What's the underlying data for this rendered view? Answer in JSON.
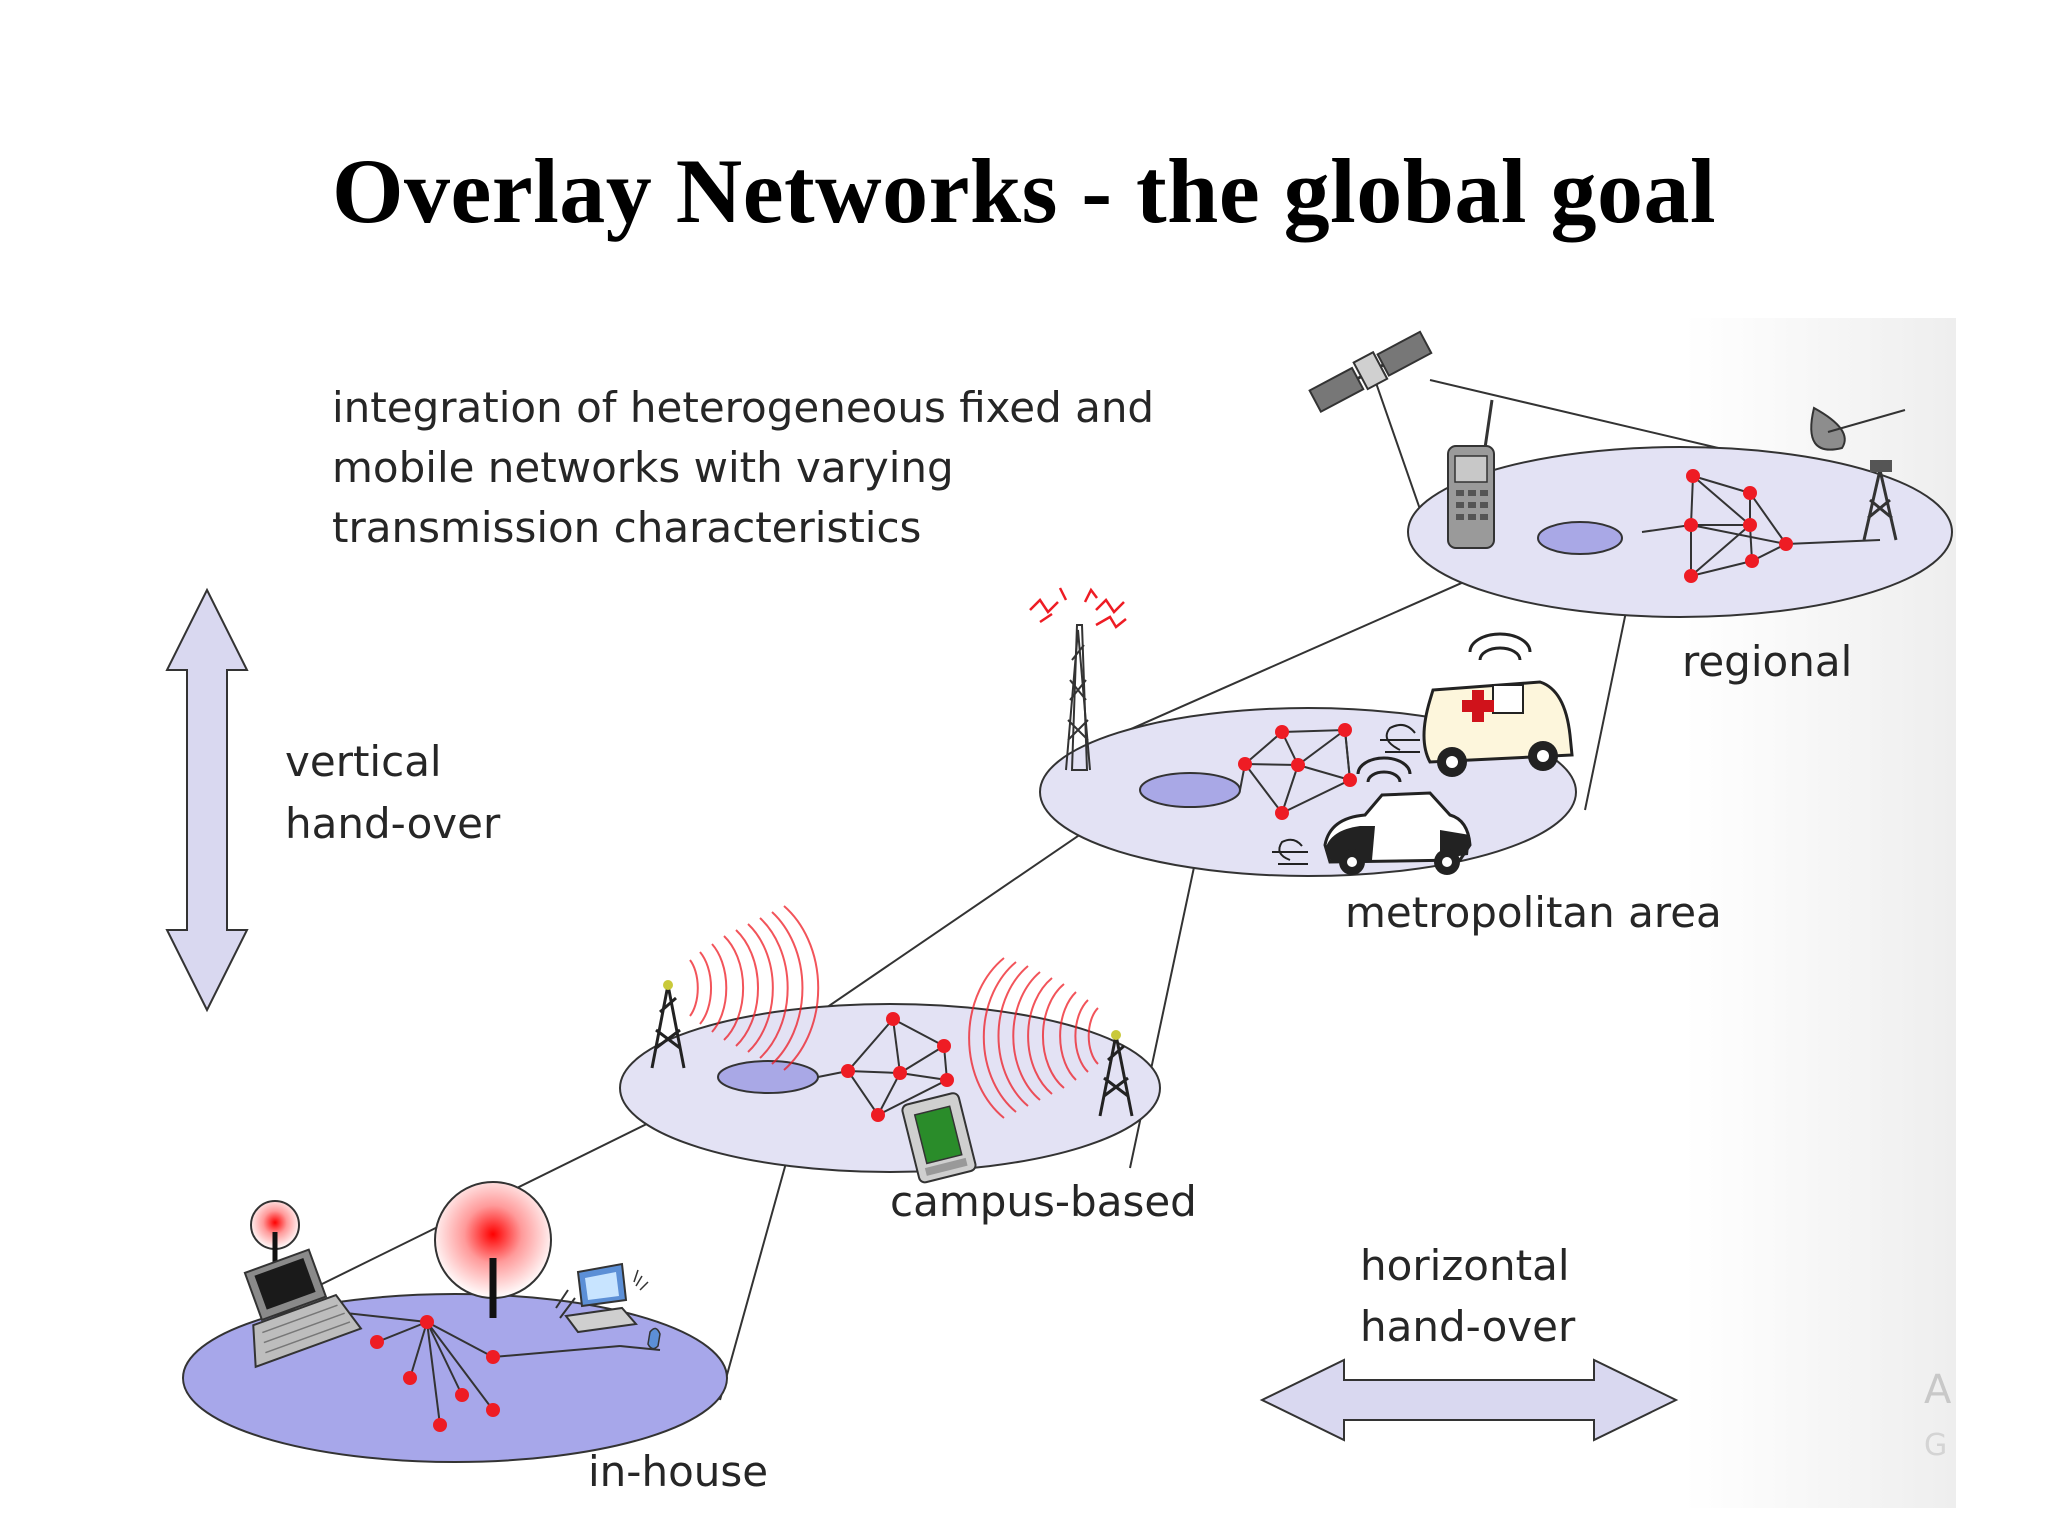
{
  "slide": {
    "title": "Overlay Networks - the global goal",
    "description_lines": [
      "integration of heterogeneous fixed and",
      "mobile networks with varying",
      "transmission characteristics"
    ],
    "vertical_label": [
      "vertical",
      "hand-over"
    ],
    "horizontal_label": [
      "horizontal",
      "hand-over"
    ],
    "levels": {
      "regional": "regional",
      "metropolitan": "metropolitan area",
      "campus": "campus-based",
      "inhouse": "in-house"
    },
    "watermark": [
      "A",
      "G"
    ]
  },
  "colors": {
    "disc_fill": "#e3e2f4",
    "disc_inhouse": "#a7a7ea",
    "inner_ellipse": "#a9a8e6",
    "node": "#ee1c24",
    "arrow_fill": "#d9d8f0",
    "outline": "#333333"
  }
}
